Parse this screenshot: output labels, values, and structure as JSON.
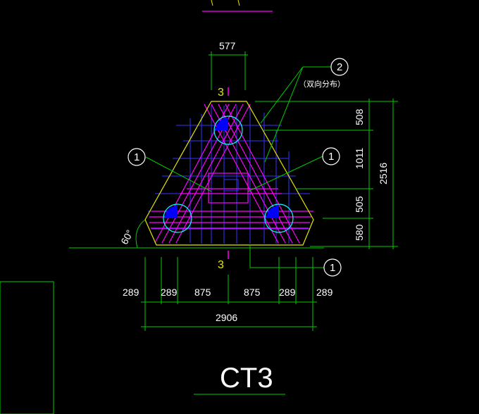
{
  "drawing": {
    "title": "CT3",
    "section_mark": "3",
    "note": "（双向分布）",
    "angle": "60°",
    "callouts": [
      "1",
      "1",
      "1",
      "2"
    ],
    "dims_top": "577",
    "dims_right": [
      "508",
      "1011",
      "505",
      "580",
      "2516"
    ],
    "dims_bottom": [
      "289",
      "289",
      "875",
      "875",
      "289",
      "289"
    ],
    "dims_total": "2906"
  },
  "colors": {
    "background": "#000000",
    "outline": "#e6e600",
    "dims": "#00cc00",
    "rebar_pink": "#ff00ff",
    "rebar_blue": "#3333ff",
    "pile_fill": "#0000ff",
    "pile_circle": "#00ffff",
    "text": "#ffffff"
  }
}
